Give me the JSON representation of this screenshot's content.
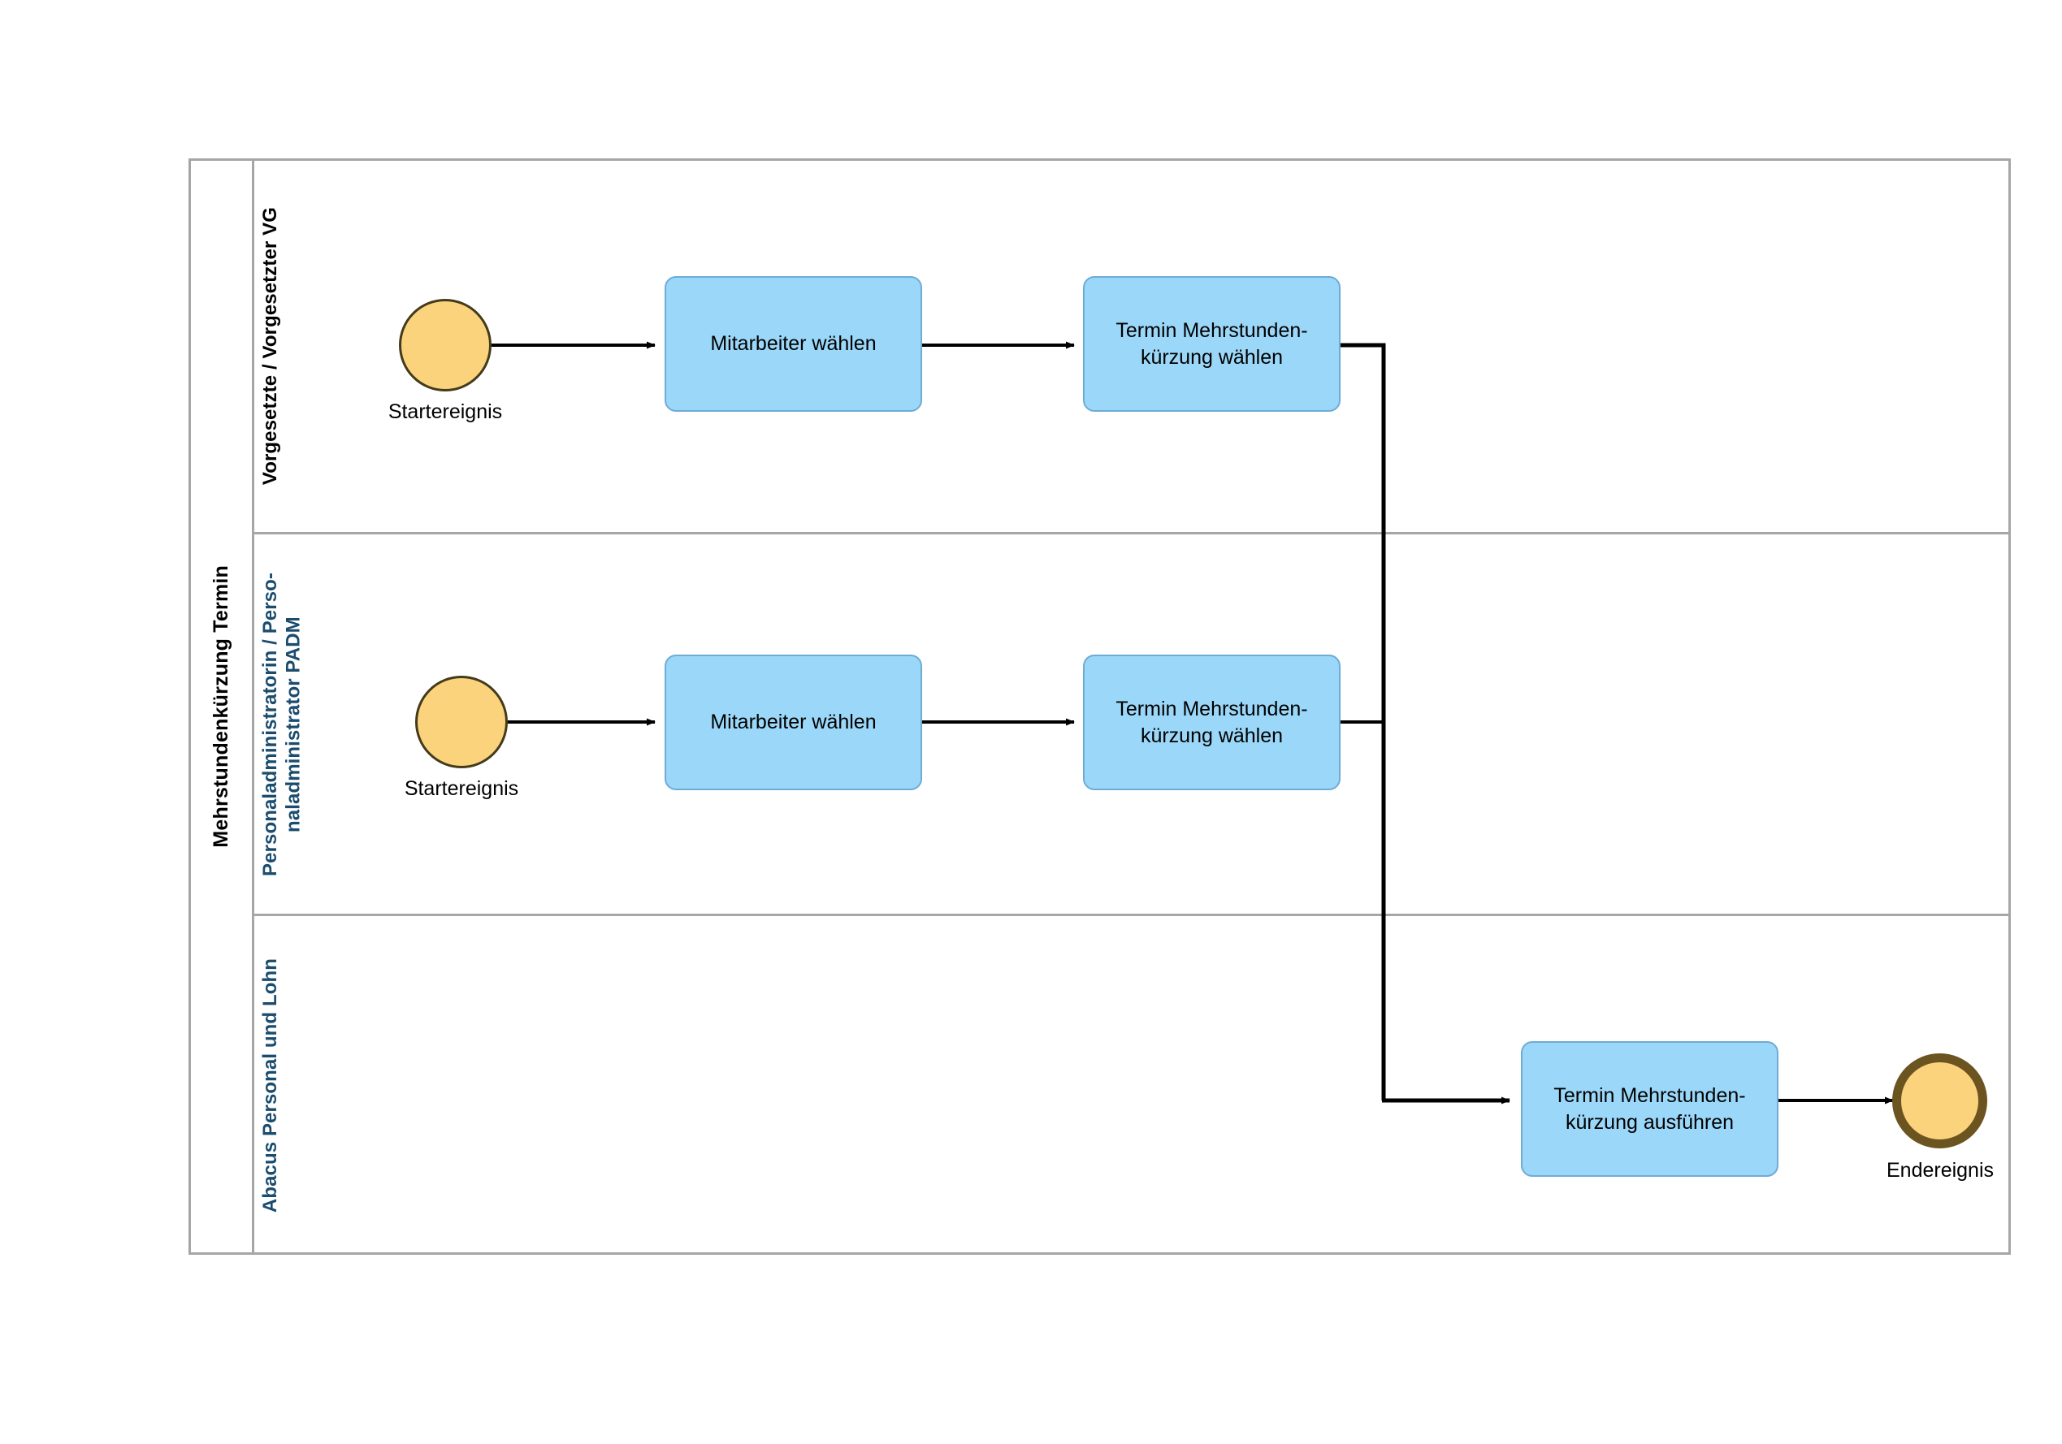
{
  "diagram": {
    "type": "bpmn-pool-lanes",
    "pool_title": "Mehrstundenkürzung Termin",
    "background_color": "#FFFFFF",
    "pool_border_color": "#A6A6A6",
    "task_fill_color": "#9BD7F8",
    "task_border_color": "#6EACD6",
    "event_fill_color": "#FBD37C",
    "start_event_border_color": "#443B1B",
    "end_event_border_color": "#6B5420",
    "lane_label_blue": "#1B4C6E",
    "lane_label_black": "#000000",
    "flow_color": "#000000"
  },
  "lanes": [
    {
      "id": "lane-vg",
      "label": "Vorgesetzte / Vorgesetzter VG",
      "label_color": "black",
      "elements": {
        "start_event_label": "Startereignis",
        "task_1": "Mitarbeiter wählen",
        "task_2": "Termin Mehrstunden-\nkürzung wählen"
      }
    },
    {
      "id": "lane-padm",
      "label": "Personaladministratorin / Perso-\nnaladministrator PADM",
      "label_color": "blue",
      "elements": {
        "start_event_label": "Startereignis",
        "task_1": "Mitarbeiter wählen",
        "task_2": "Termin Mehrstunden-\nkürzung wählen"
      }
    },
    {
      "id": "lane-abacus",
      "label": "Abacus Personal und Lohn",
      "label_color": "blue",
      "elements": {
        "task_1": "Termin Mehrstunden-\nkürzung ausführen",
        "end_event_label": "Endereignis"
      }
    }
  ]
}
